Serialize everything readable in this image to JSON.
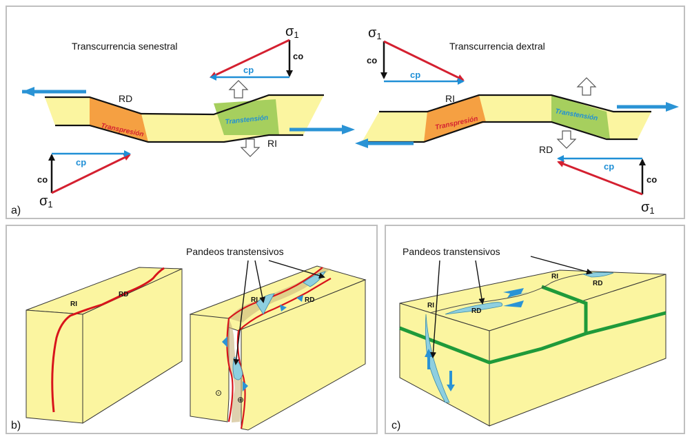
{
  "panel_a": {
    "letter": "a)",
    "left": {
      "title": "Transcurrencia senestral",
      "rd": "RD",
      "ri": "RI",
      "transpresion": "Transpresión",
      "transtension": "Transtensión",
      "sigma_top": "σ",
      "sigma_top_sub": "1",
      "co_top": "co",
      "cp_top": "cp",
      "sigma_bot": "σ",
      "sigma_bot_sub": "1",
      "co_bot": "co",
      "cp_bot": "cp"
    },
    "right": {
      "title": "Transcurrencia dextral",
      "ri": "RI",
      "rd": "RD",
      "transpresion": "Transpresión",
      "transtension": "Transtensión",
      "sigma_top": "σ",
      "sigma_top_sub": "1",
      "co_top": "co",
      "cp_top": "cp",
      "sigma_bot": "σ",
      "sigma_bot_sub": "1",
      "co_bot": "co",
      "cp_bot": "cp"
    }
  },
  "panel_b": {
    "letter": "b)",
    "label_ri_left": "RI",
    "label_rd_left": "RD",
    "annotation": "Pandeos transtensivos",
    "label_ri_right": "RI",
    "label_rd_right": "RD",
    "symbol_out": "⊙",
    "symbol_in": "⊕"
  },
  "panel_c": {
    "letter": "c)",
    "annotation": "Pandeos transtensivos",
    "label_ri_1": "RI",
    "label_rd_1": "RD",
    "label_ri_2": "RI",
    "label_rd_2": "RD"
  },
  "colors": {
    "block_yellow": "#fbf5a0",
    "fault_red": "#d8141b",
    "arrow_blue": "#2a93d5",
    "compression_orange": "#f5a042",
    "extension_green": "#a6cf5e",
    "bend_cyan": "#8ecfe0",
    "fault_green": "#1f9a3a",
    "sigma_red": "#d42030",
    "cp_blue": "#1f8fd6"
  }
}
